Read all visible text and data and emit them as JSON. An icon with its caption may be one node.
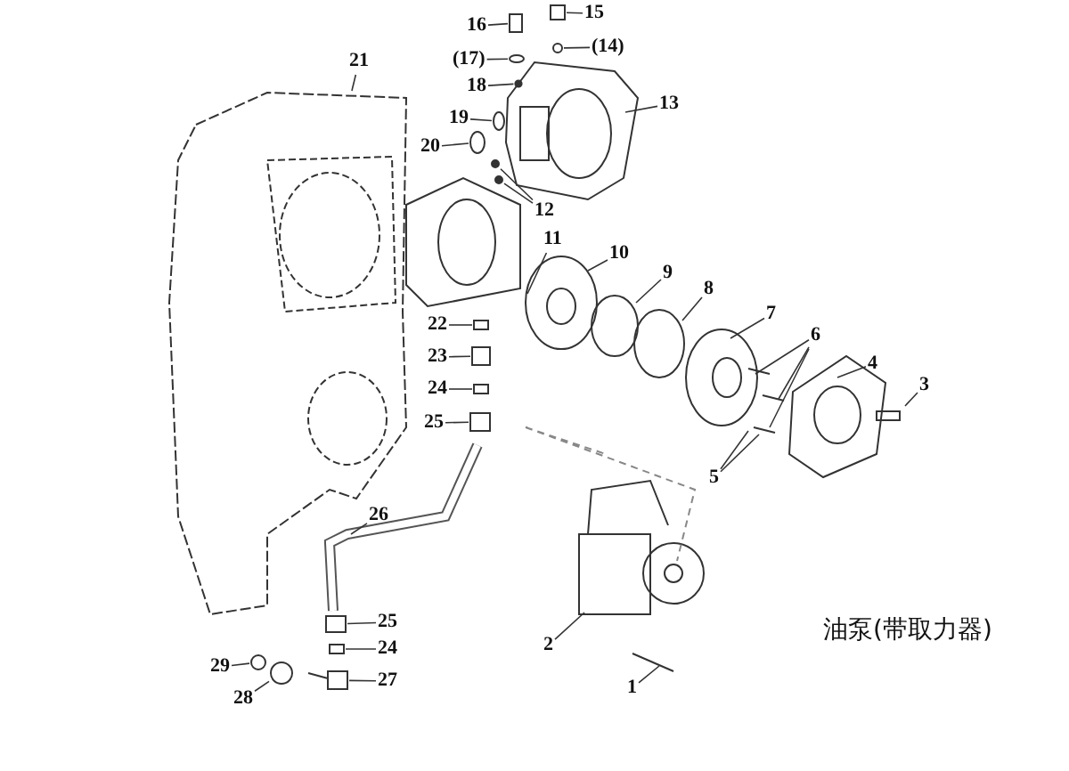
{
  "diagram": {
    "nodes": [
      {
        "text": [
          "1"
        ]
      },
      {
        "text": [
          "2"
        ]
      },
      {
        "text": [
          "3"
        ]
      },
      {
        "text": [
          "4"
        ]
      },
      {
        "text": [
          "5"
        ]
      },
      {
        "text": [
          "6"
        ]
      },
      {
        "text": [
          "7"
        ]
      },
      {
        "text": [
          "8"
        ]
      },
      {
        "text": [
          "9"
        ]
      },
      {
        "text": [
          "10"
        ]
      },
      {
        "text": [
          "11"
        ]
      },
      {
        "text": [
          "12"
        ]
      },
      {
        "text": [
          "13"
        ]
      },
      {
        "text": [
          "(14)"
        ]
      },
      {
        "text": [
          "15"
        ]
      },
      {
        "text": [
          "16"
        ]
      },
      {
        "text": [
          "(17)"
        ]
      },
      {
        "text": [
          "18"
        ]
      },
      {
        "text": [
          "19"
        ]
      },
      {
        "text": [
          "20"
        ]
      },
      {
        "text": [
          "21"
        ]
      },
      {
        "text": [
          "22"
        ]
      },
      {
        "text": [
          "23"
        ]
      },
      {
        "text": [
          "24"
        ]
      },
      {
        "text": [
          "25"
        ]
      },
      {
        "text": [
          "26"
        ]
      },
      {
        "text": [
          "25"
        ]
      },
      {
        "text": [
          "24"
        ]
      },
      {
        "text": [
          "27"
        ]
      },
      {
        "text": [
          "29"
        ]
      },
      {
        "text": [
          "28"
        ]
      },
      {
        "text": [],
        "shape": "picture"
      },
      {
        "text": [],
        "shape": "circle"
      },
      {
        "text": [],
        "shape": "circle"
      },
      {
        "text": [],
        "shape": "circle"
      },
      {
        "text": [],
        "shape": "box"
      },
      {
        "text": [],
        "shape": "box"
      },
      {
        "text": [],
        "shape": "circle"
      },
      {
        "text": [],
        "shape": "circle"
      },
      {
        "text": [],
        "shape": "circle"
      },
      {
        "text": [],
        "shape": "circle"
      },
      {
        "text": [],
        "shape": "box"
      },
      {
        "text": [],
        "shape": "box"
      },
      {
        "text": [],
        "shape": "box"
      },
      {
        "text": [],
        "shape": "box"
      },
      {
        "text": [],
        "shape": "box"
      },
      {
        "text": [],
        "shape": "box"
      },
      {
        "text": [],
        "shape": "picture"
      },
      {
        "text": [],
        "shape": "circle"
      },
      {
        "text": [],
        "shape": "circle"
      }
    ],
    "edges": [
      {
        "from": 0,
        "to": null,
        "arrow": "none"
      },
      {
        "from": 1,
        "to": null,
        "arrow": "none"
      },
      {
        "from": 2,
        "to": null,
        "arrow": "none"
      },
      {
        "from": 3,
        "to": null,
        "arrow": "none"
      },
      {
        "from": 4,
        "to": null,
        "arrow": "none"
      },
      {
        "from": 4,
        "to": null,
        "arrow": "none"
      },
      {
        "from": 5,
        "to": null,
        "arrow": "none"
      },
      {
        "from": 5,
        "to": null,
        "arrow": "none"
      },
      {
        "from": 5,
        "to": null,
        "arrow": "none"
      },
      {
        "from": 6,
        "to": null,
        "arrow": "none"
      },
      {
        "from": 7,
        "to": null,
        "arrow": "none"
      },
      {
        "from": 8,
        "to": null,
        "arrow": "none"
      },
      {
        "from": 9,
        "to": null,
        "arrow": "none"
      },
      {
        "from": 10,
        "to": null,
        "arrow": "none"
      },
      {
        "from": 11,
        "to": 32,
        "arrow": "none"
      },
      {
        "from": 11,
        "to": 33,
        "arrow": "none"
      },
      {
        "from": 12,
        "to": null,
        "arrow": "none"
      },
      {
        "from": 13,
        "to": 34,
        "arrow": "none"
      },
      {
        "from": 14,
        "to": 35,
        "arrow": "none"
      },
      {
        "from": 15,
        "to": 36,
        "arrow": "none"
      },
      {
        "from": 16,
        "to": 37,
        "arrow": "none"
      },
      {
        "from": 17,
        "to": 38,
        "arrow": "none"
      },
      {
        "from": 18,
        "to": 39,
        "arrow": "none"
      },
      {
        "from": 19,
        "to": 40,
        "arrow": "none"
      },
      {
        "from": 20,
        "to": 31,
        "arrow": "none"
      },
      {
        "from": 21,
        "to": 41,
        "arrow": "none"
      },
      {
        "from": 22,
        "to": 42,
        "arrow": "none"
      },
      {
        "from": 23,
        "to": 43,
        "arrow": "none"
      },
      {
        "from": 24,
        "to": 44,
        "arrow": "none"
      },
      {
        "from": 25,
        "to": null,
        "arrow": "none"
      },
      {
        "from": 26,
        "to": 45,
        "arrow": "none"
      },
      {
        "from": 27,
        "to": 46,
        "arrow": "none"
      },
      {
        "from": 28,
        "to": 47,
        "arrow": "none"
      },
      {
        "from": 29,
        "to": 48,
        "arrow": "none"
      },
      {
        "from": 30,
        "to": 49,
        "arrow": "none"
      }
    ],
    "labels": [
      "油泵(带取力器)"
    ]
  }
}
